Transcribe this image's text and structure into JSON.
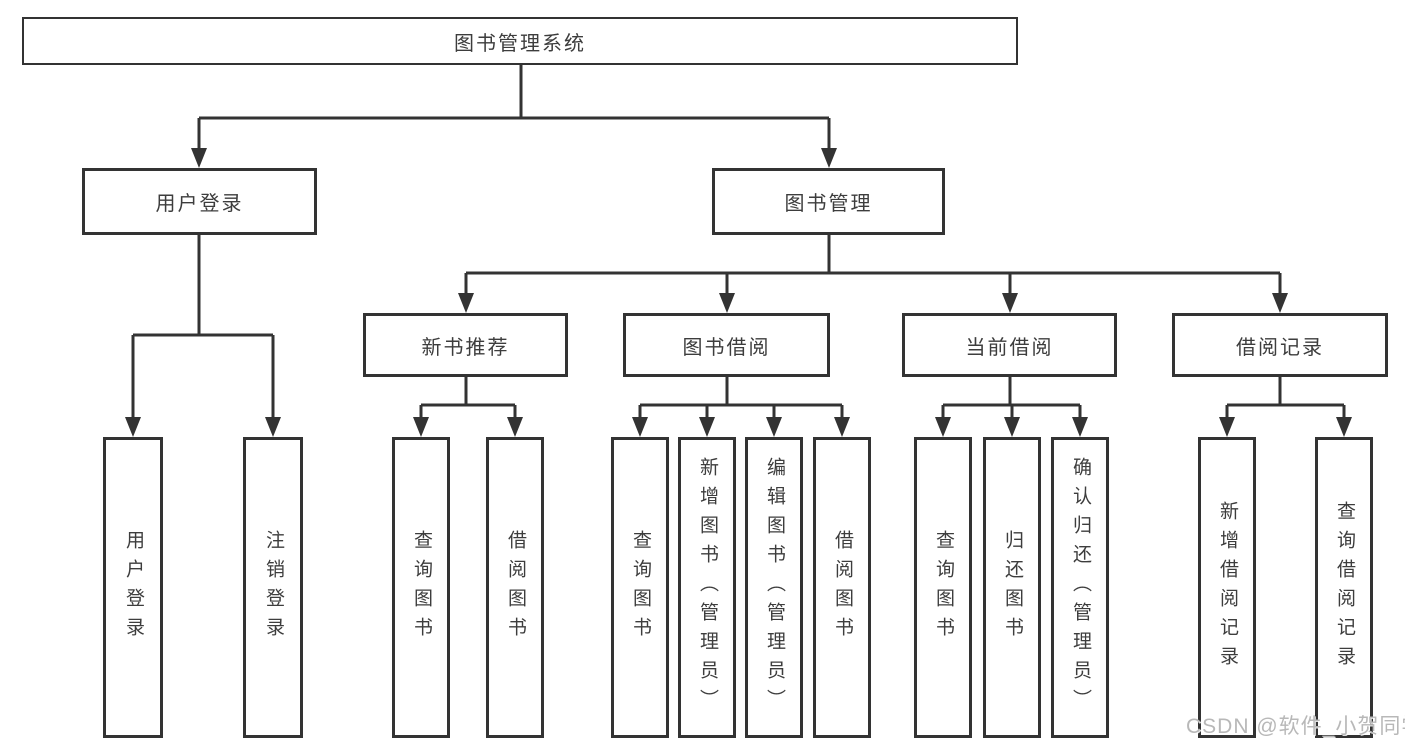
{
  "diagram": {
    "root": {
      "label": "图书管理系统"
    },
    "branches": [
      {
        "label": "用户登录",
        "children": [
          {
            "label": "用户登录"
          },
          {
            "label": "注销登录"
          }
        ]
      },
      {
        "label": "图书管理",
        "children": [
          {
            "label": "新书推荐",
            "children": [
              {
                "label": "查询图书"
              },
              {
                "label": "借阅图书"
              }
            ]
          },
          {
            "label": "图书借阅",
            "children": [
              {
                "label": "查询图书"
              },
              {
                "label": "新增图书（管理员）"
              },
              {
                "label": "编辑图书（管理员）"
              },
              {
                "label": "借阅图书"
              }
            ]
          },
          {
            "label": "当前借阅",
            "children": [
              {
                "label": "查询图书"
              },
              {
                "label": "归还图书"
              },
              {
                "label": "确认归还（管理员）"
              }
            ]
          },
          {
            "label": "借阅记录",
            "children": [
              {
                "label": "新增借阅记录"
              },
              {
                "label": "查询借阅记录"
              }
            ]
          }
        ]
      }
    ]
  },
  "watermark": {
    "text": "CSDN @软件_小贺同学"
  },
  "colors": {
    "line": "#333333",
    "text": "#3d3d3d",
    "watermark": "#b8b8b8",
    "background": "#ffffff"
  }
}
